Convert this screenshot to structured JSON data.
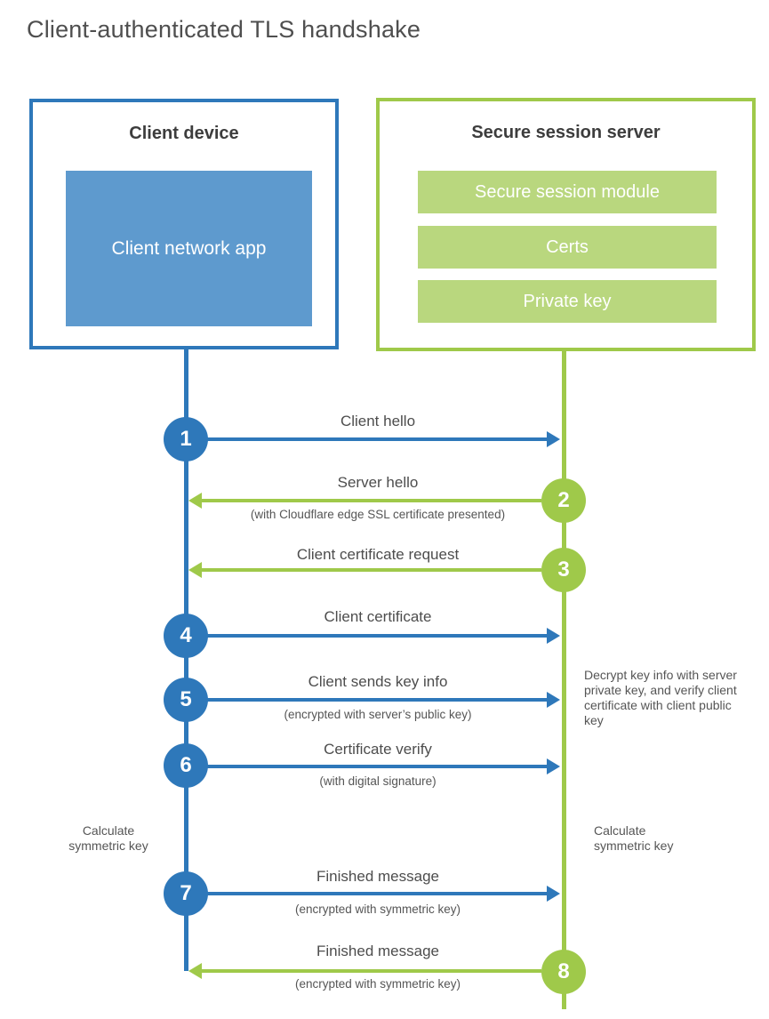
{
  "title": "Client-authenticated TLS handshake",
  "colors": {
    "blue": "#2e78ba",
    "blue_fill": "#5e9ace",
    "green": "#9fc94a",
    "green_fill": "#b9d77e"
  },
  "client_box": {
    "title": "Client device",
    "app_label": "Client network app"
  },
  "server_box": {
    "title": "Secure session server",
    "modules": [
      "Secure session module",
      "Certs",
      "Private key"
    ]
  },
  "steps": [
    {
      "number": "1",
      "label": "Client hello",
      "sublabel": "",
      "direction": "right",
      "color": "blue"
    },
    {
      "number": "2",
      "label": "Server hello",
      "sublabel": "(with Cloudflare edge SSL certificate presented)",
      "direction": "left",
      "color": "green"
    },
    {
      "number": "3",
      "label": "Client certificate request",
      "sublabel": "",
      "direction": "left",
      "color": "green"
    },
    {
      "number": "4",
      "label": "Client certificate",
      "sublabel": "",
      "direction": "right",
      "color": "blue"
    },
    {
      "number": "5",
      "label": "Client sends key info",
      "sublabel": "(encrypted with server’s public key)",
      "direction": "right",
      "color": "blue"
    },
    {
      "number": "6",
      "label": "Certificate verify",
      "sublabel": "(with digital signature)",
      "direction": "right",
      "color": "blue"
    },
    {
      "number": "7",
      "label": "Finished message",
      "sublabel": "(encrypted with symmetric key)",
      "direction": "right",
      "color": "blue"
    },
    {
      "number": "8",
      "label": "Finished message",
      "sublabel": "(encrypted with symmetric key)",
      "direction": "left",
      "color": "green"
    }
  ],
  "annotations": {
    "decrypt_note": "Decrypt key info with server private key, and verify client certificate with client public key",
    "calc_left": "Calculate symmetric key",
    "calc_right": "Calculate symmetric key"
  }
}
